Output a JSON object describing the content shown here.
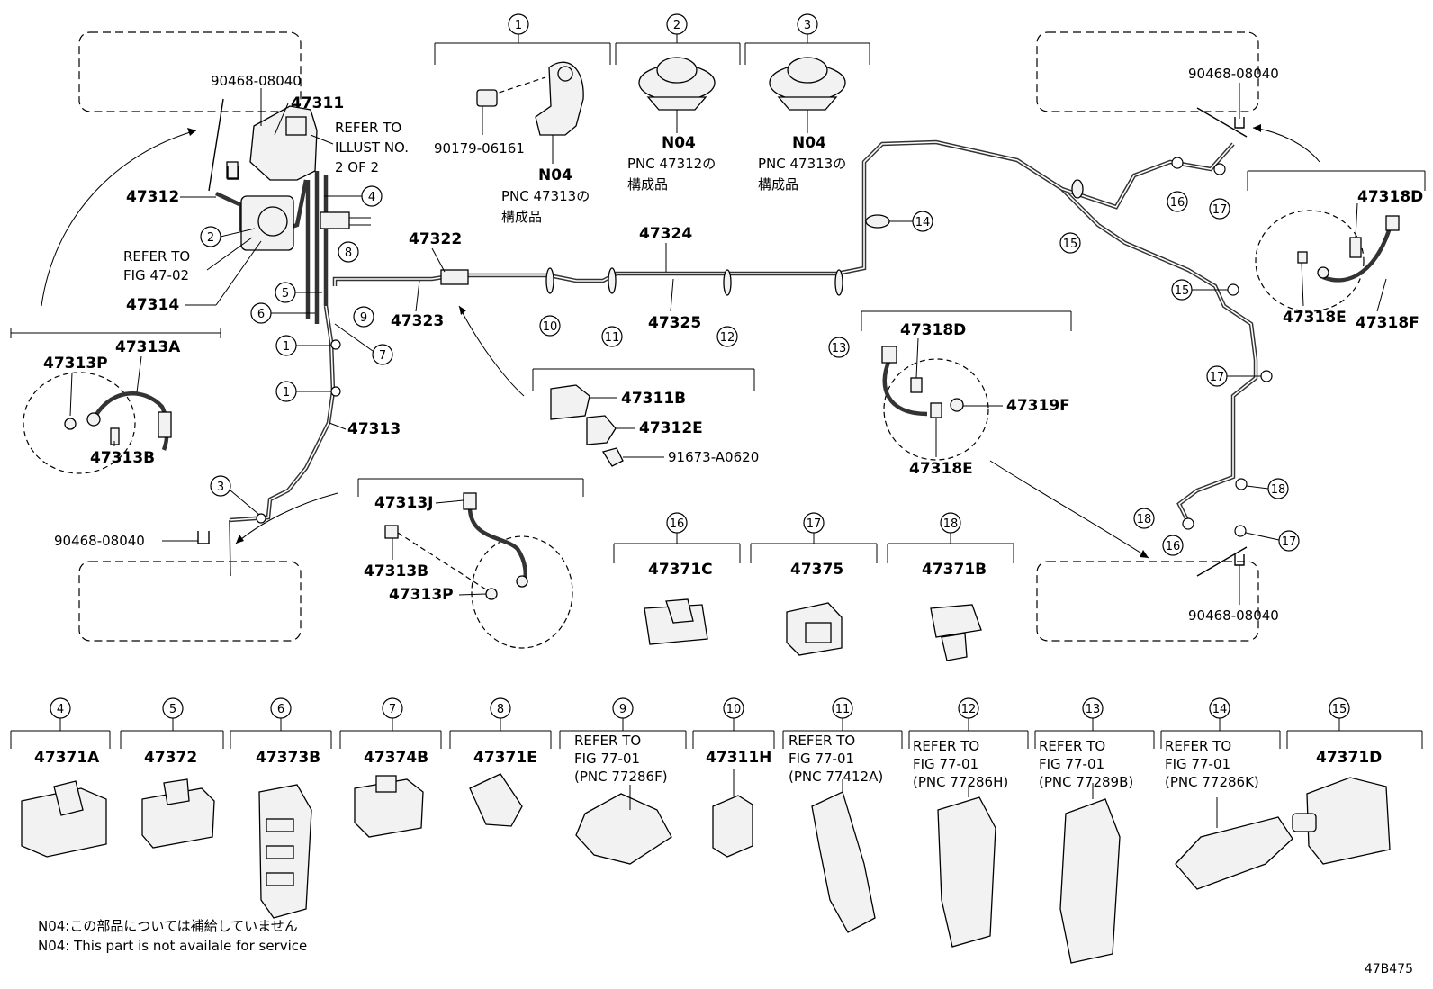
{
  "parts": {
    "p90468_a": "90468-08040",
    "p47311": "47311",
    "refer_illust": [
      "REFER TO",
      "ILLUST NO.",
      "2 OF 2"
    ],
    "p47312": "47312",
    "refer_4702": [
      "REFER TO",
      "FIG 47-02"
    ],
    "p47314": "47314",
    "p47313A": "47313A",
    "p47313P": "47313P",
    "p47313B": "47313B",
    "p47313": "47313",
    "p90468_b": "90468-08040",
    "p90179": "90179-06161",
    "n04_1": "N04",
    "pnc_1": [
      "PNC 47313の",
      "構成品"
    ],
    "n04_2": "N04",
    "pnc_2": [
      "PNC 47312の",
      "構成品"
    ],
    "n04_3": "N04",
    "pnc_3": [
      "PNC 47313の",
      "構成品"
    ],
    "p47322": "47322",
    "p47324": "47324",
    "p47323": "47323",
    "p47325": "47325",
    "p47311B": "47311B",
    "p47312E": "47312E",
    "p91673": "91673-A0620",
    "p47313J": "47313J",
    "p47313B_2": "47313B",
    "p47313P_2": "47313P",
    "p90468_c": "90468-08040",
    "p47318D": "47318D",
    "p47318E": "47318E",
    "p47318F": "47318F",
    "p47318D_2": "47318D",
    "p47319F": "47319F",
    "p47318E_2": "47318E",
    "p90468_d": "90468-08040"
  },
  "callouts": [
    "1",
    "2",
    "3",
    "4",
    "5",
    "6",
    "7",
    "8",
    "9",
    "10",
    "11",
    "12",
    "13",
    "14",
    "15",
    "16",
    "17",
    "18"
  ],
  "legend_row1": [
    {
      "num": "16",
      "part": "47371C"
    },
    {
      "num": "17",
      "part": "47375"
    },
    {
      "num": "18",
      "part": "47371B"
    }
  ],
  "legend_row2": [
    {
      "num": "4",
      "lines": [
        "47371A"
      ]
    },
    {
      "num": "5",
      "lines": [
        "47372"
      ]
    },
    {
      "num": "6",
      "lines": [
        "47373B"
      ]
    },
    {
      "num": "7",
      "lines": [
        "47374B"
      ]
    },
    {
      "num": "8",
      "lines": [
        "47371E"
      ]
    },
    {
      "num": "9",
      "lines": [
        "REFER TO",
        "FIG 77-01",
        "(PNC 77286F)"
      ]
    },
    {
      "num": "10",
      "lines": [
        "47311H"
      ]
    },
    {
      "num": "11",
      "lines": [
        "REFER TO",
        "FIG 77-01",
        "(PNC 77412A)"
      ]
    },
    {
      "num": "12",
      "lines": [
        "REFER TO",
        "FIG 77-01",
        "(PNC 77286H)"
      ]
    },
    {
      "num": "13",
      "lines": [
        "REFER TO",
        "FIG 77-01",
        "(PNC 77289B)"
      ]
    },
    {
      "num": "14",
      "lines": [
        "REFER TO",
        "FIG 77-01",
        "(PNC 77286K)"
      ]
    },
    {
      "num": "15",
      "lines": [
        "47371D"
      ]
    }
  ],
  "notes": {
    "jp": "N04:この部品については補給していません",
    "en": "N04: This part is not availale for service"
  },
  "figure_id": "47B475"
}
